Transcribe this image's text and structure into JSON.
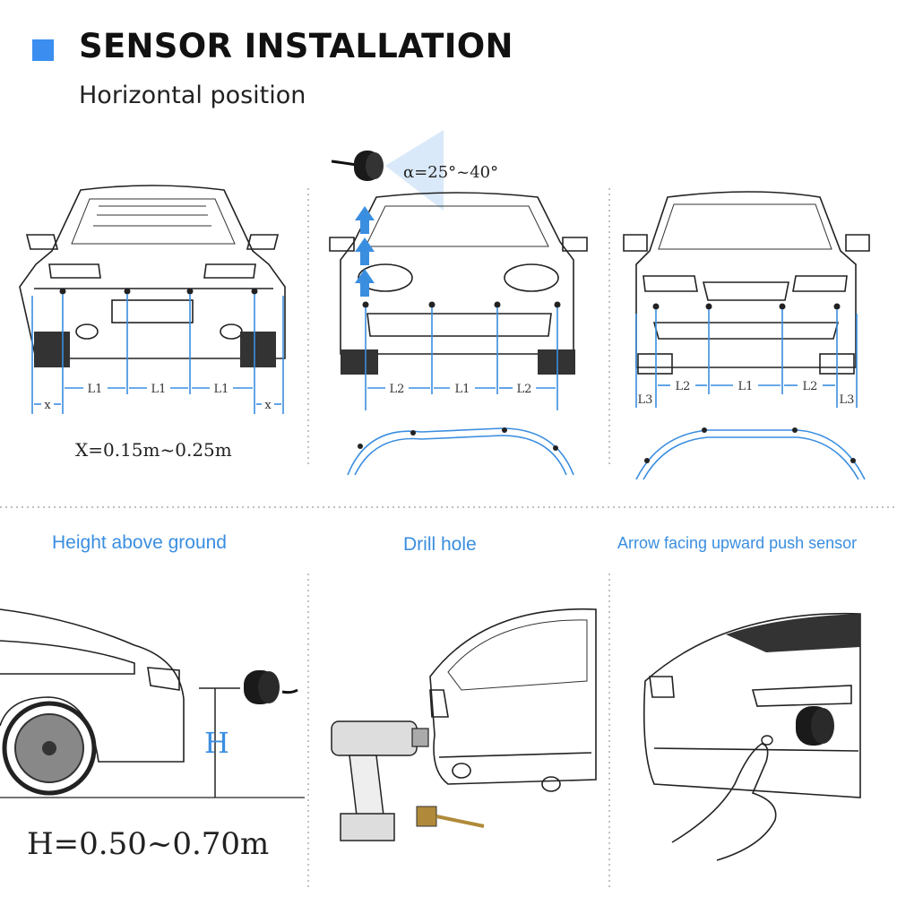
{
  "header": {
    "title": "SENSOR INSTALLATION",
    "subtitle": "Horizontal position",
    "accent_color": "#3b8ef0"
  },
  "rear_panel": {
    "labels": [
      "L1",
      "L1",
      "L1"
    ],
    "edge_label": "x",
    "formula": "X=0.15m~0.25m"
  },
  "front_panel": {
    "angle_label": "α=25°~40°",
    "labels": [
      "L2",
      "L1",
      "L2"
    ]
  },
  "front2_panel": {
    "labels": [
      "L3",
      "L2",
      "L1",
      "L2",
      "L3"
    ]
  },
  "bottom": {
    "height_label": "Height above ground",
    "drill_label": "Drill hole",
    "push_label": "Arrow facing upward  push sensor",
    "h_letter": "H",
    "formula": "H=0.50~0.70m",
    "label_color": "#3a8ee0"
  }
}
